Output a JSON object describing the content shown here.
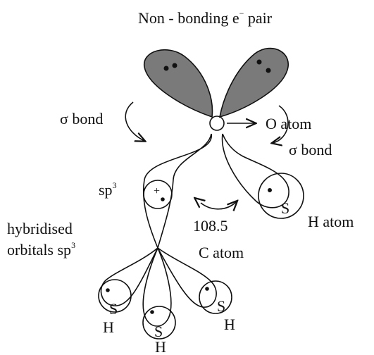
{
  "labels": {
    "title": "Non - bonding e",
    "title_sup": "−",
    "title_tail": " pair",
    "sigma_bond_left": "σ bond",
    "sigma_bond_right": "σ bond",
    "o_atom": "O",
    "o_atom_tail": " atom",
    "sp3": "sp",
    "sp3_sup": "3",
    "plus": "+",
    "angle": "108.5",
    "hybridised": "hybridised",
    "orbitals": "orbitals sp",
    "orbitals_sup": "3",
    "c_atom": "C atom",
    "h_atom": "H atom",
    "s_label": "S",
    "h_label": "H"
  },
  "colors": {
    "lone_pair_fill": "#7a7a7a",
    "stroke": "#111111"
  }
}
